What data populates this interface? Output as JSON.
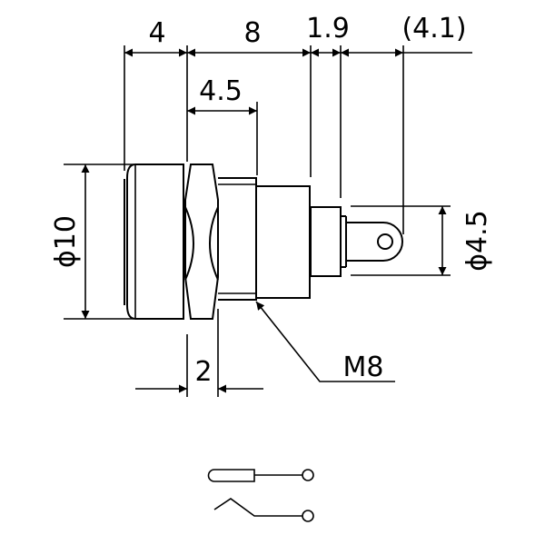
{
  "dimensions": {
    "top_4": "4",
    "top_8": "8",
    "top_1_9": "1.9",
    "top_4_1": "(4.1)",
    "inner_4_5": "4.5",
    "dia_10": "ϕ10",
    "dia_4_5": "ϕ4.5",
    "thread": "M8",
    "nut_2": "2"
  },
  "colors": {
    "stroke": "#000000",
    "background": "#ffffff"
  }
}
